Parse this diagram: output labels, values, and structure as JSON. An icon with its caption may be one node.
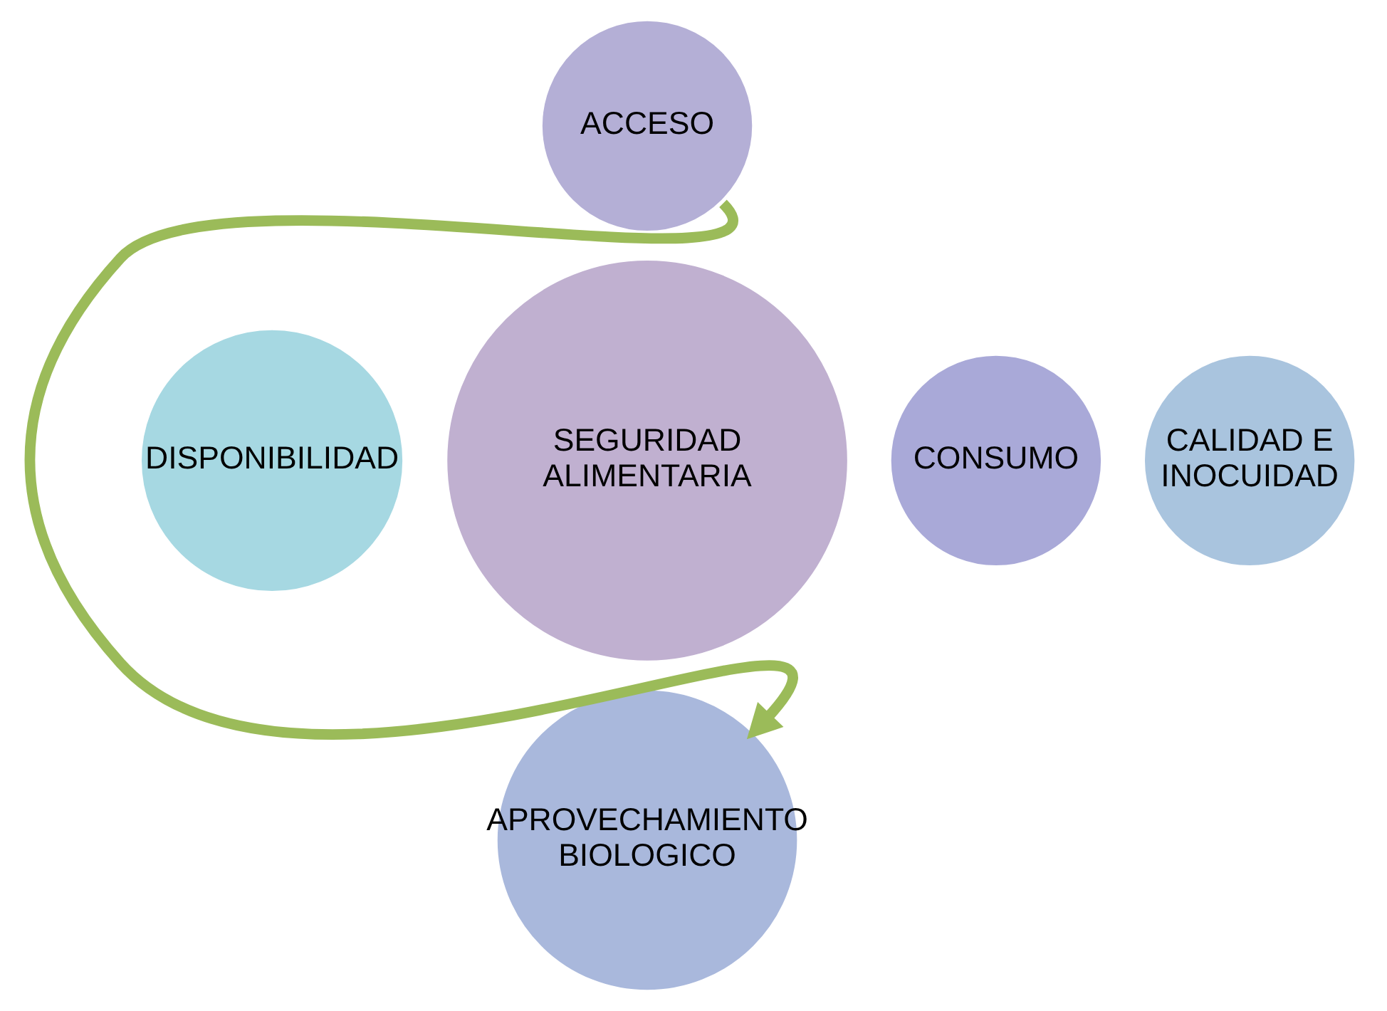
{
  "diagram": {
    "nodes": [
      {
        "text": [
          "SEGURIDAD ALIMENTARIA"
        ]
      },
      {
        "text": [
          "ACCESO"
        ]
      },
      {
        "text": [
          "DISPONIBILIDAD"
        ]
      },
      {
        "text": [
          "CONSUMO"
        ]
      },
      {
        "text": [
          "APROVECHAMIENTO BIOLOGICO"
        ]
      },
      {
        "text": [
          "CALIDAD E INOCUIDAD"
        ]
      }
    ],
    "edges": [
      {
        "from": 1,
        "to": 4,
        "arrow": "to",
        "color": "#9bbb59"
      }
    ]
  }
}
